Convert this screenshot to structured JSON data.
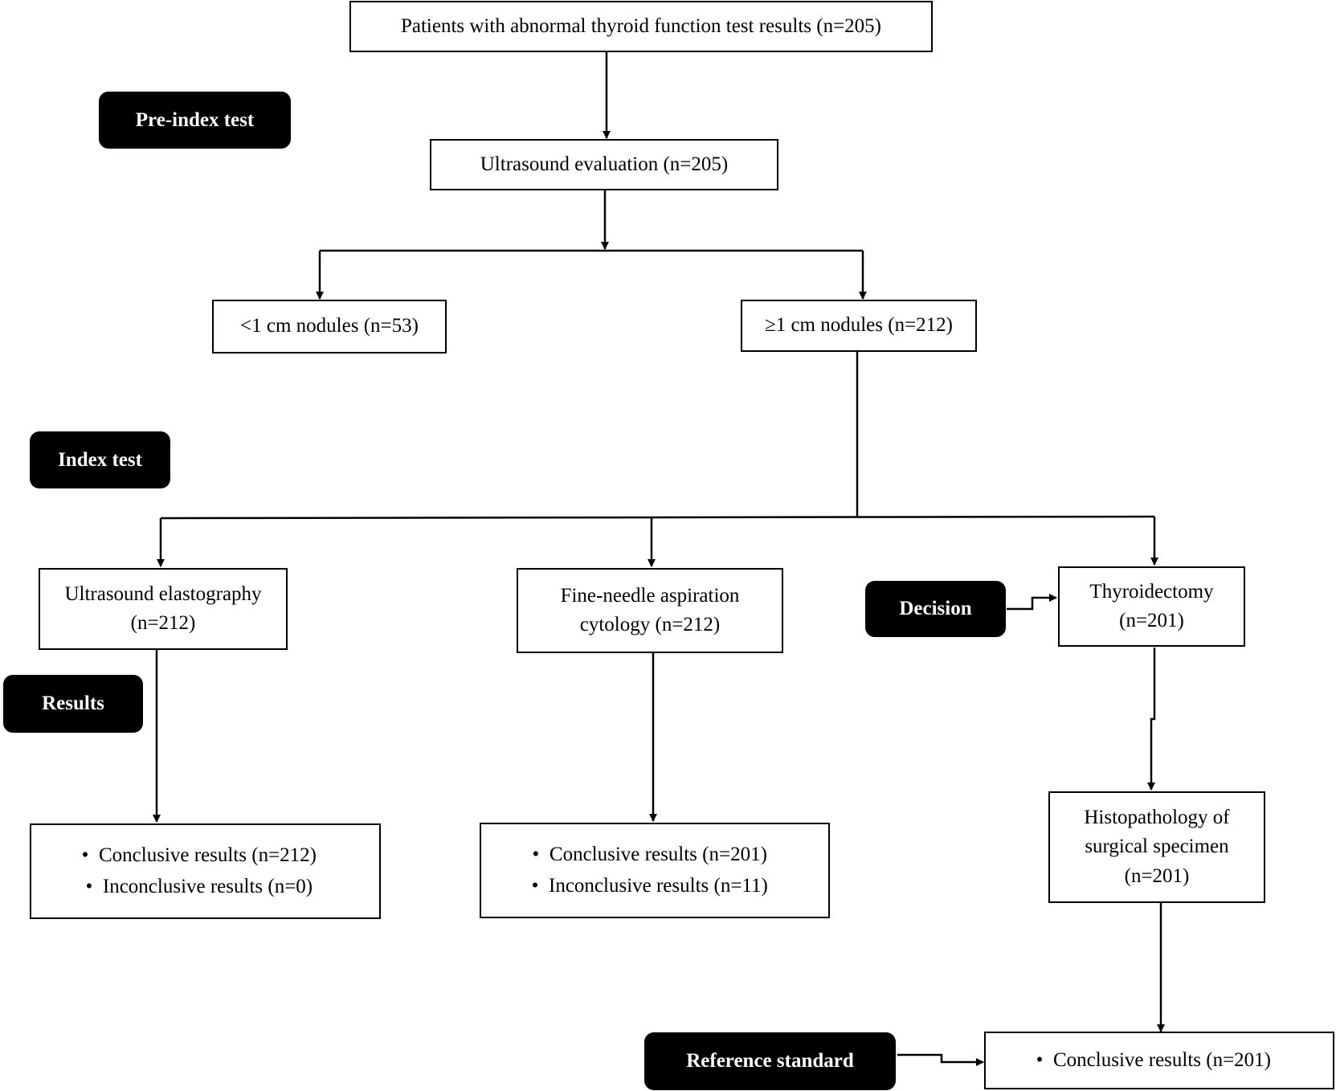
{
  "colors": {
    "ink": "#000000",
    "paper": "#ffffff"
  },
  "tags": {
    "pre_index": "Pre-index test",
    "index": "Index test",
    "results": "Results",
    "decision": "Decision",
    "reference": "Reference standard"
  },
  "boxes": {
    "patients": {
      "lines": [
        "Patients with abnormal thyroid function test results (n=205)"
      ]
    },
    "ultrasound": {
      "lines": [
        "Ultrasound evaluation (n=205)"
      ]
    },
    "small_nodules": {
      "lines": [
        "<1 cm nodules (n=53)"
      ]
    },
    "large_nodules": {
      "lines": [
        "≥1 cm nodules (n=212)"
      ]
    },
    "elastography": {
      "lines": [
        "Ultrasound elastography",
        "(n=212)"
      ]
    },
    "fnac": {
      "lines": [
        "Fine-needle aspiration",
        "cytology (n=212)"
      ]
    },
    "thyroidectomy": {
      "lines": [
        "Thyroidectomy",
        "(n=201)"
      ]
    },
    "histopathology": {
      "lines": [
        "Histopathology of",
        "surgical specimen",
        "(n=201)"
      ]
    }
  },
  "results": {
    "elastography": [
      "Conclusive results (n=212)",
      "Inconclusive results (n=0)"
    ],
    "fnac": [
      "Conclusive results (n=201)",
      "Inconclusive results (n=11)"
    ],
    "reference": [
      "Conclusive results (n=201)"
    ]
  }
}
